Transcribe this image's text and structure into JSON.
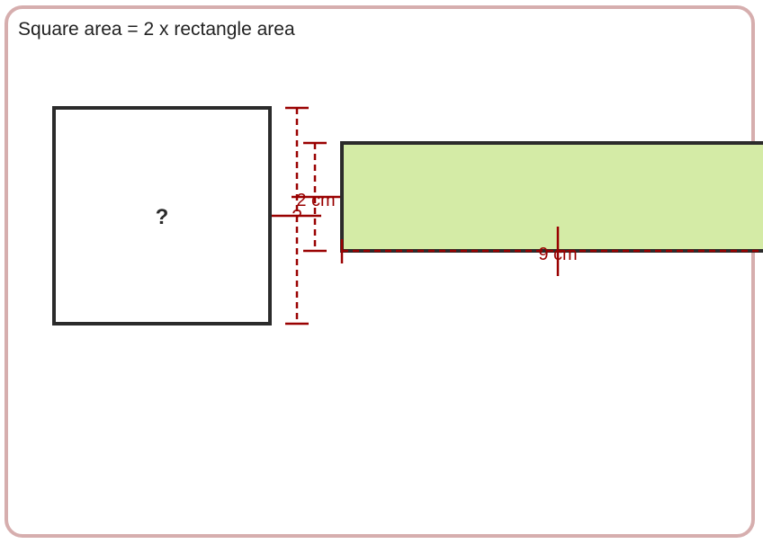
{
  "title": "Square area = 2 x rectangle area",
  "square": {
    "label": "?",
    "side_label": "?"
  },
  "rectangle": {
    "height_label": "2 cm",
    "width_label": "9 cm"
  },
  "colors": {
    "frame_border": "#d6aeae",
    "shape_stroke": "#2b2b2b",
    "rectangle_fill": "#d4eba6",
    "measure": "#990000"
  }
}
